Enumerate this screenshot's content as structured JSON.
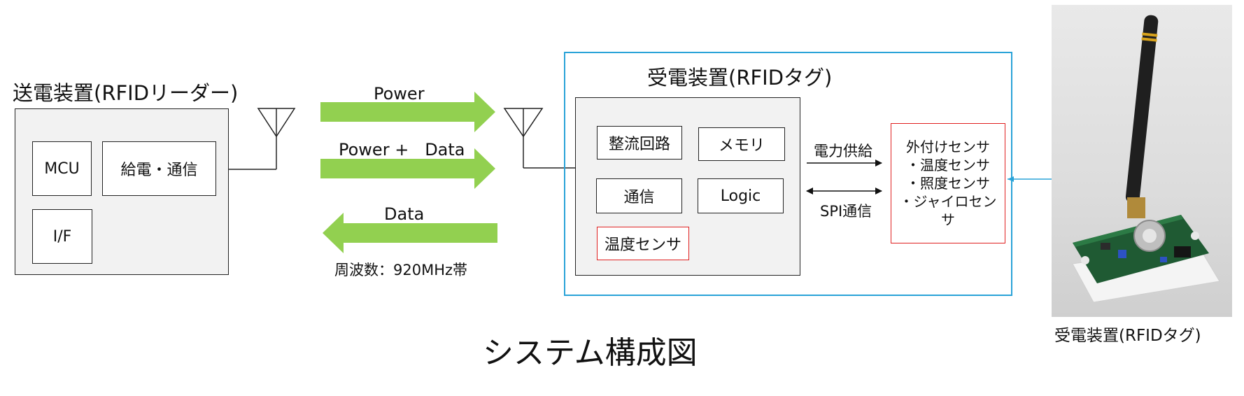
{
  "transmitter": {
    "title": "送電装置(RFIDリーダー)",
    "mcu": "MCU",
    "power_comm": "給電・通信",
    "interface": "I/F"
  },
  "links": {
    "power": "Power",
    "power_data": "Power +   Data",
    "data": "Data",
    "frequency": "周波数：920MHz帯",
    "arrow_color": "#92d050"
  },
  "receiver": {
    "title": "受電装置(RFIDタグ)",
    "rectifier": "整流回路",
    "memory": "メモリ",
    "comm": "通信",
    "logic": "Logic",
    "temp_sensor": "温度センサ",
    "border_color": "#2aa3d8",
    "highlight_color": "#e02020"
  },
  "interface_labels": {
    "power_supply": "電力供給",
    "spi": "SPI通信"
  },
  "external_sensors": {
    "heading": "外付けセンサ",
    "items": [
      "・温度センサ",
      "・照度センサ",
      "・ジャイロセン",
      "サ"
    ]
  },
  "photo_caption": "受電装置(RFIDタグ)",
  "figure_caption": "システム構成図"
}
